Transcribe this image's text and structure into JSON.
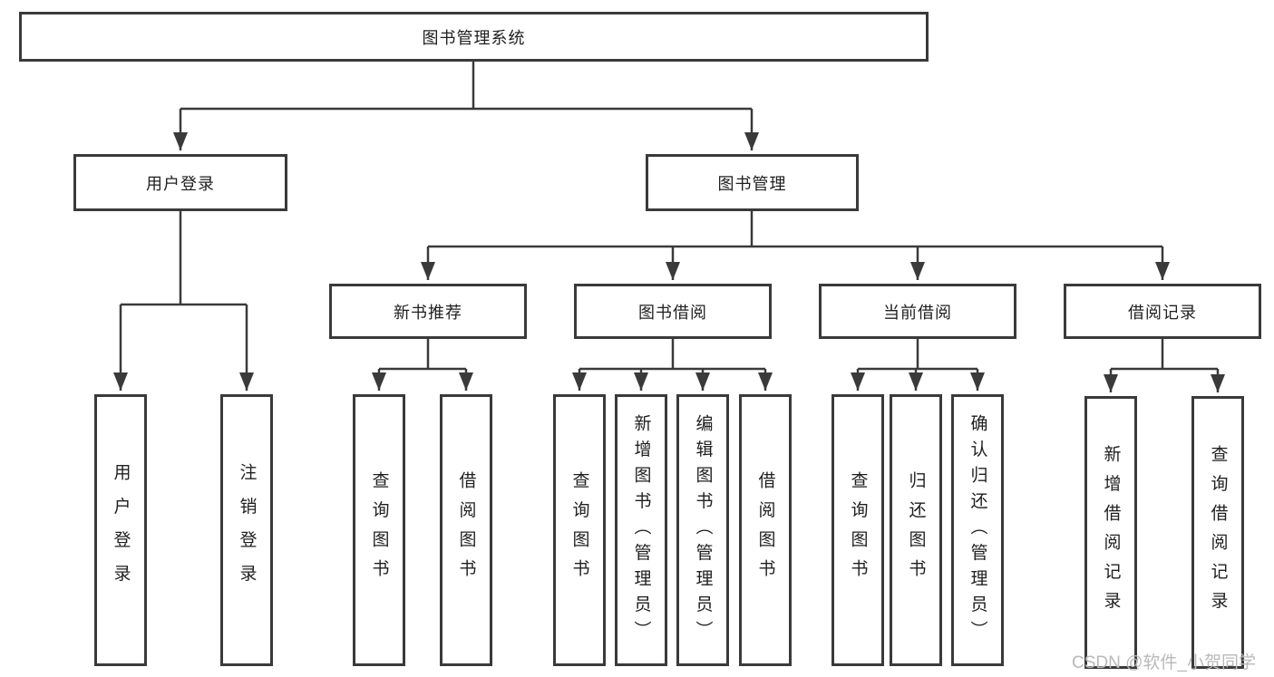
{
  "tree": {
    "label": "图书管理系统",
    "children": [
      {
        "label": "用户登录",
        "children": [
          {
            "label": "用户登录"
          },
          {
            "label": "注销登录"
          }
        ]
      },
      {
        "label": "图书管理",
        "children": [
          {
            "label": "新书推荐",
            "children": [
              {
                "label": "查询图书"
              },
              {
                "label": "借阅图书"
              }
            ]
          },
          {
            "label": "图书借阅",
            "children": [
              {
                "label": "查询图书"
              },
              {
                "label": "新增图书（管理员）"
              },
              {
                "label": "编辑图书（管理员）"
              },
              {
                "label": "借阅图书"
              }
            ]
          },
          {
            "label": "当前借阅",
            "children": [
              {
                "label": "查询图书"
              },
              {
                "label": "归还图书"
              },
              {
                "label": "确认归还（管理员）"
              }
            ]
          },
          {
            "label": "借阅记录",
            "children": [
              {
                "label": "新增借阅记录"
              },
              {
                "label": "查询借阅记录"
              }
            ]
          }
        ]
      }
    ]
  },
  "watermark": "CSDN @软件_小贺同学",
  "colors": {
    "line": "#3a3a3a",
    "box_border": "#3a3a3a",
    "text": "#1f1f1f",
    "watermark": "#b9b9b9",
    "background": "#ffffff"
  }
}
